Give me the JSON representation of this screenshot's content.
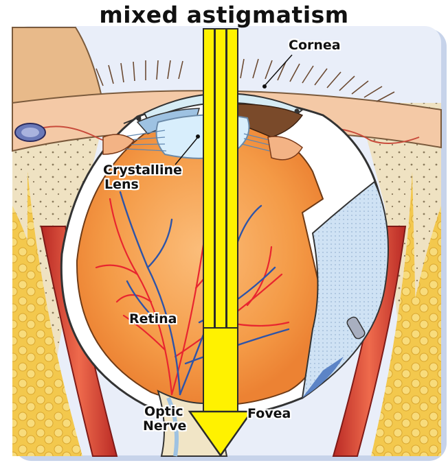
{
  "title": "mixed astigmatism",
  "labels": {
    "cornea": "Cornea",
    "lens_line1": "Crystalline",
    "lens_line2": "Lens",
    "retina": "Retina",
    "optic_line1": "Optic",
    "optic_line2": "Nerve",
    "fovea": "Fovea"
  },
  "colors": {
    "frame_shadow": "#c7d3ea",
    "sclera": "#ffffff",
    "eyeball": "#f49a46",
    "fat": "#f3c84d",
    "muscle": "#d9433a",
    "vitreous_blue": "#bfd7ee",
    "bone": "#efe2c2",
    "skin": "#f4c9a6",
    "artery": "#e8252f",
    "vein": "#2e54a8",
    "ray_yellow": "#fff200",
    "ray_outline": "#2a2a2a"
  }
}
